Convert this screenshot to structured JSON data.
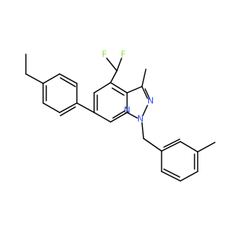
{
  "molecule": {
    "atoms": [
      {
        "label": "F",
        "color": "#90E050"
      },
      {
        "label": "F",
        "color": "#90E050"
      },
      {
        "label": "N",
        "color": "#3050F8"
      },
      {
        "label": "N",
        "color": "#3050F8"
      },
      {
        "label": "N",
        "color": "#3050F8"
      }
    ]
  }
}
